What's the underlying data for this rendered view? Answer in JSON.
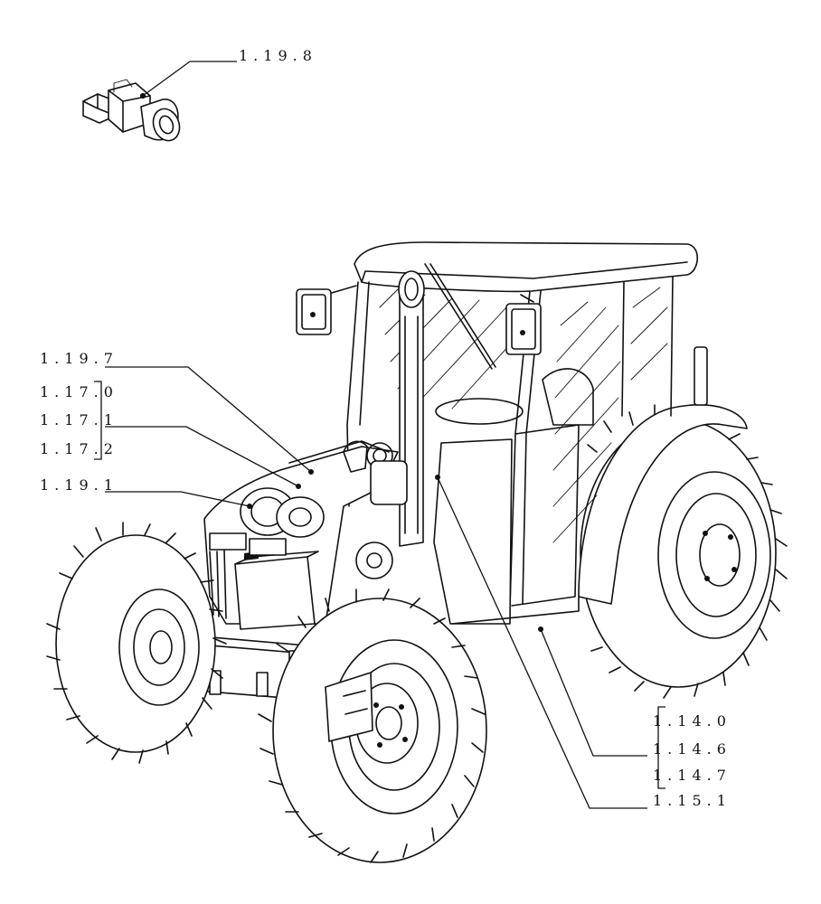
{
  "callouts": {
    "c_1_19_8": "1.19.8",
    "c_1_19_7": "1.19.7",
    "c_1_17_0": "1.17.0",
    "c_1_17_1": "1.17.1",
    "c_1_17_2": "1.17.2",
    "c_1_19_1": "1.19.1",
    "c_1_14_0": "1.14.0",
    "c_1_14_6": "1.14.6",
    "c_1_14_7": "1.14.7",
    "c_1_15_1": "1.15.1"
  }
}
